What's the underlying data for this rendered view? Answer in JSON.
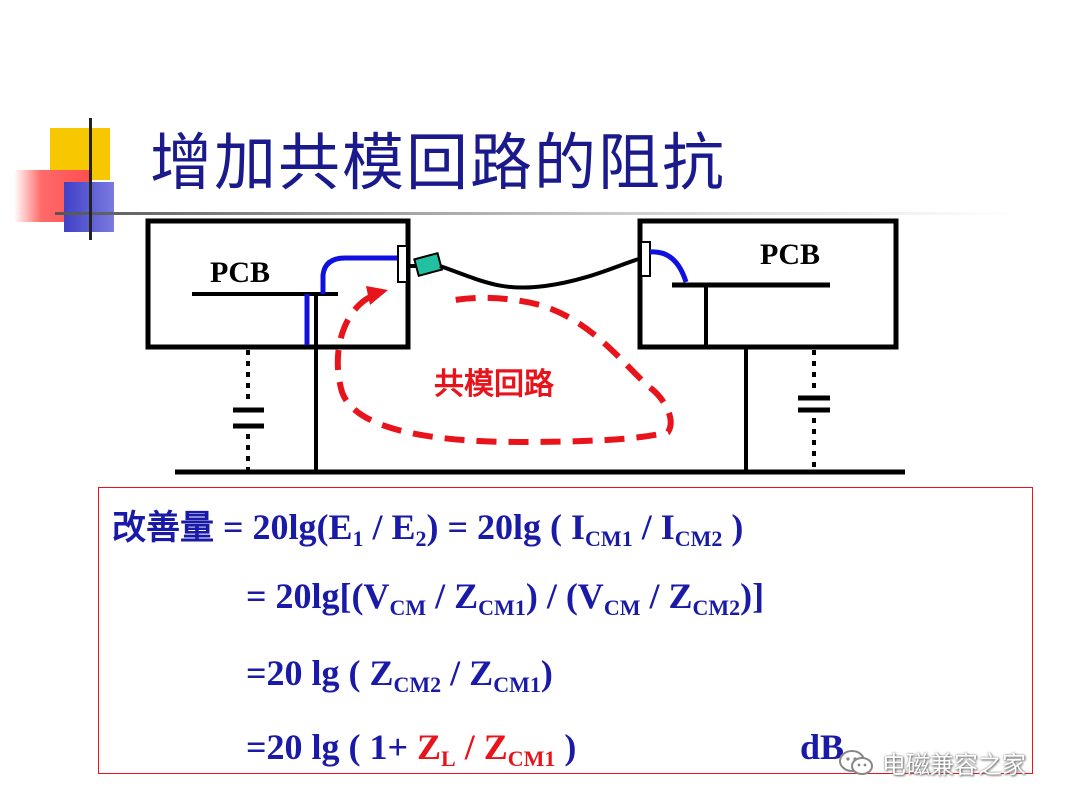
{
  "title": "增加共模回路的阻抗",
  "diagram": {
    "pcb_left_label": "PCB",
    "pcb_right_label": "PCB",
    "loop_label": "共模回路"
  },
  "formula": {
    "line1": {
      "prefix": "改善量",
      "eq1": " = 20lg(E",
      "sub1": "1",
      "slash1": " / E",
      "sub2": "2",
      "eq2": ") =  20lg ( I",
      "sub3": "CM1",
      "slash2": " / I",
      "sub4": "CM2",
      "close": " )"
    },
    "line2": {
      "t1": "=  20lg[(V",
      "s1": "CM",
      "t2": " / Z",
      "s2": "CM1",
      "t3": ") / (V",
      "s3": "CM",
      "t4": " / Z",
      "s4": "CM2",
      "t5": ")]"
    },
    "line3": {
      "t1": "=20 lg  ( Z",
      "s1": "CM2",
      "t2": " /  Z",
      "s2": "CM1",
      "t3": ")"
    },
    "line4": {
      "t1": "=20 lg  ( 1+  ",
      "red1": "Z",
      "reds1": "L",
      "red2": " /  Z",
      "reds2": "CM1",
      "t2": " )",
      "unit": "dB"
    }
  },
  "watermark": "电磁兼容之家",
  "colors": {
    "title": "#1a1a8c",
    "formula": "#1a1aa8",
    "highlight": "#e8141b",
    "cable_blue": "#1010e0",
    "connector": "#20c0a0"
  }
}
